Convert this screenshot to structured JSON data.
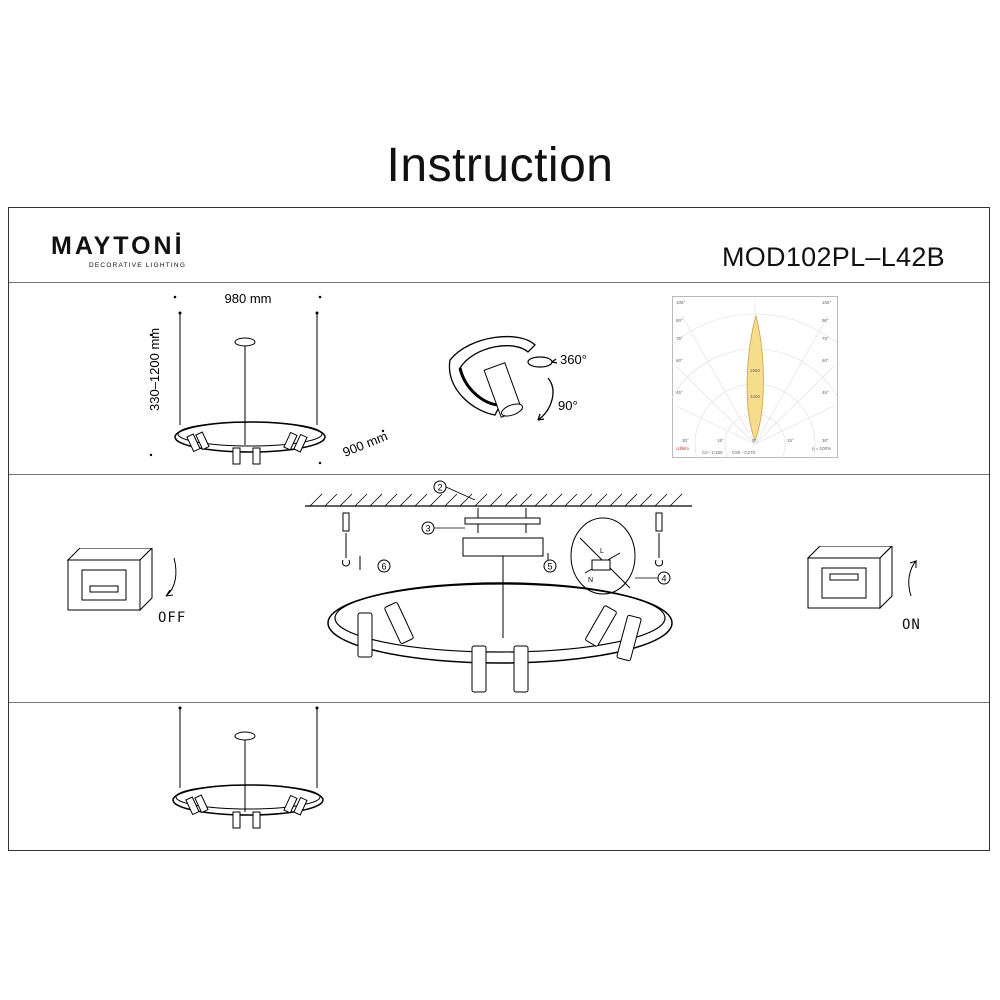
{
  "title": "Instruction",
  "brand": {
    "logo": "MAYTONİ",
    "tagline": "DECORATIVE LIGHTING"
  },
  "model": "MOD102PL–L42B",
  "dimensions": {
    "width": "980 mm",
    "height": "330–1200 mm",
    "depth": "900 mm"
  },
  "rotation": {
    "horizontal": "360°",
    "vertical": "90°"
  },
  "switch": {
    "off_label": "OFF",
    "on_label": "ON"
  },
  "callouts": [
    "2",
    "3",
    "4",
    "5",
    "6"
  ],
  "wiring": {
    "L": "L",
    "N": "N"
  },
  "light_chart": {
    "angles_left": [
      "105°",
      "90°",
      "75°",
      "60°",
      "45°",
      "30°"
    ],
    "angles_right": [
      "105°",
      "90°",
      "75°",
      "60°",
      "45°",
      "30°"
    ],
    "bottom_angles": [
      "30°",
      "15°",
      "0°",
      "15°",
      "30°"
    ],
    "inner_values": [
      "1650",
      "3400"
    ],
    "legend_left": "cd/klm",
    "legend_items": [
      "C0 - C180",
      "C90 - C270"
    ],
    "legend_right": "η = 100%"
  }
}
